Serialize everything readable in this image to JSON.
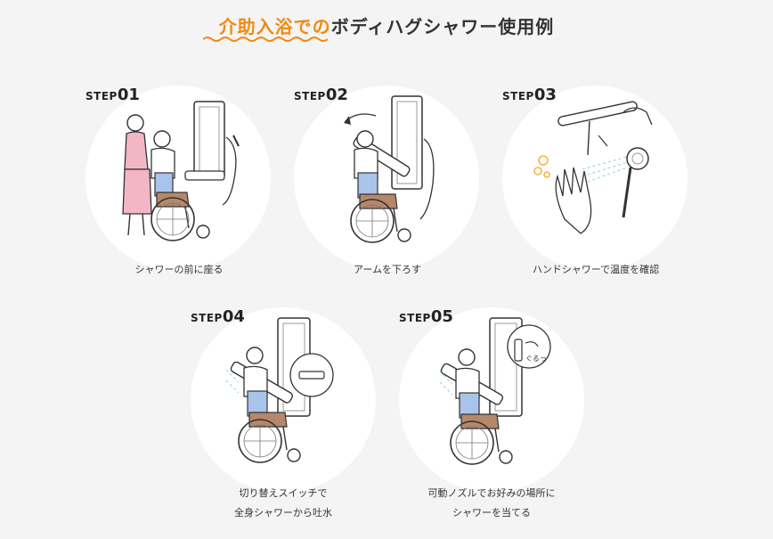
{
  "title": {
    "accent": "介助入浴での",
    "rest": "ボディハグシャワー使用例"
  },
  "steps": [
    {
      "word": "STEP",
      "num": "01",
      "caption": "シャワーの前に座る"
    },
    {
      "word": "STEP",
      "num": "02",
      "caption": "アームを下ろす"
    },
    {
      "word": "STEP",
      "num": "03",
      "caption": "ハンドシャワーで温度を確認"
    },
    {
      "word": "STEP",
      "num": "04",
      "caption_lines": [
        "切り替えスイッチで",
        "全身シャワーから吐水"
      ]
    },
    {
      "word": "STEP",
      "num": "05",
      "caption_lines": [
        "可動ノズルでお好みの場所に",
        "シャワーを当てる"
      ]
    }
  ],
  "annotation": "ぐるっ",
  "colors": {
    "accent": "#f08a12",
    "chair_seat": "#a9c4ea",
    "clothing": "#b5876b",
    "towel": "#f2b6c4"
  }
}
